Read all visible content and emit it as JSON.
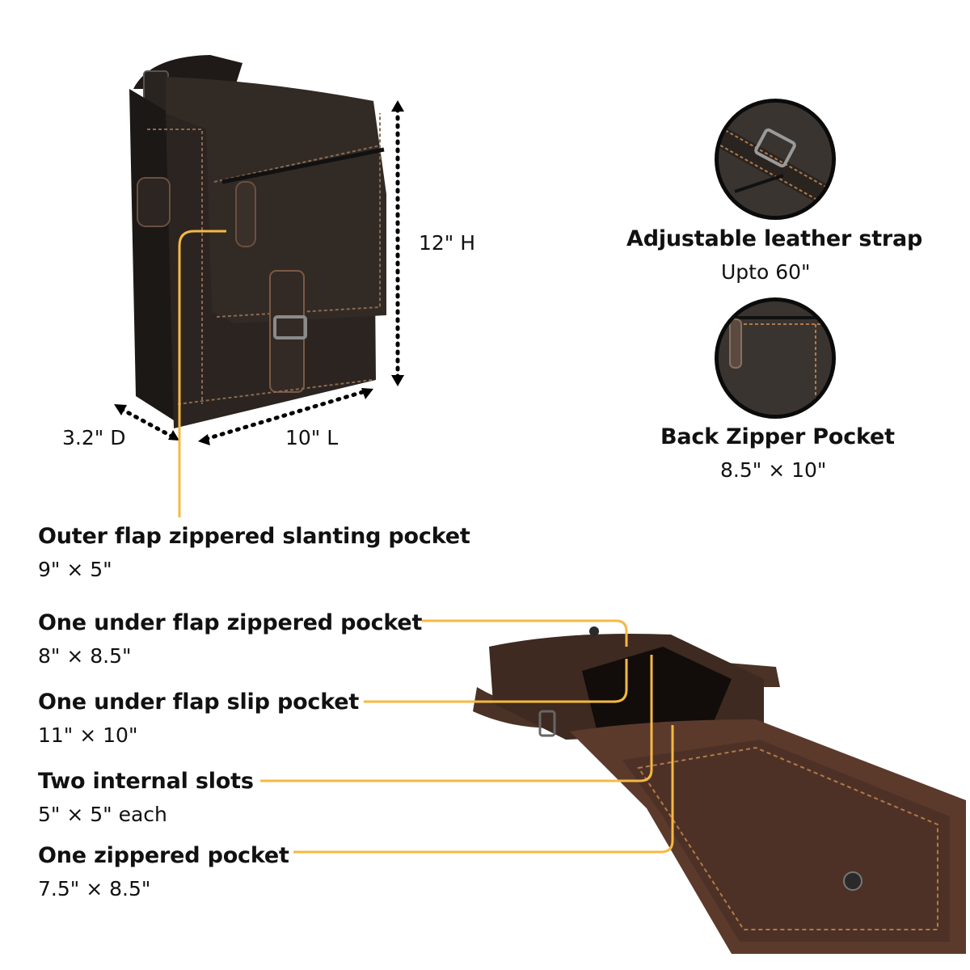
{
  "dimensions": {
    "height": "12\" H",
    "length": "10\" L",
    "depth": "3.2\" D"
  },
  "features_right": [
    {
      "title": "Adjustable leather strap",
      "sub": "Upto 60\"",
      "icon": "strap-buckle-closeup"
    },
    {
      "title": "Back Zipper Pocket",
      "sub": "8.5\" × 10\"",
      "icon": "back-zipper-closeup"
    }
  ],
  "features_left": [
    {
      "title": "Outer flap zippered slanting pocket",
      "sub": "9\" × 5\""
    },
    {
      "title": "One under flap zippered pocket",
      "sub": "8\" × 8.5\""
    },
    {
      "title": "One under flap slip pocket",
      "sub": "11\" × 10\""
    },
    {
      "title": "Two internal slots",
      "sub": "5\" × 5\" each"
    },
    {
      "title": "One zippered pocket",
      "sub": "7.5\" × 8.5\""
    }
  ],
  "colors": {
    "leader_line": "#f5b942",
    "leather_dark": "#2b2420",
    "leather_brown": "#4a3226",
    "stitching": "#b07a4a"
  }
}
